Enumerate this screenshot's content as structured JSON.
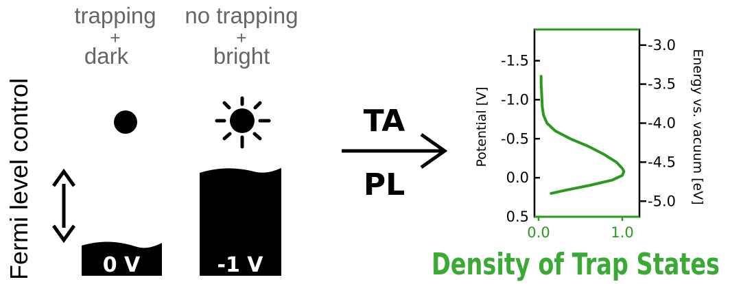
{
  "side_label": "Fermi level control",
  "conditions": [
    {
      "line1": "trapping",
      "line2": "+",
      "line3": "dark",
      "voltage": "0 V",
      "level_icon": "small-dark-circle"
    },
    {
      "line1": "no trapping",
      "line2": "+",
      "line3": "bright",
      "voltage": "-1 V",
      "level_icon": "sun-icon"
    }
  ],
  "arrow_labels": {
    "top": "TA",
    "bottom": "PL"
  },
  "colors": {
    "curve": "#2a9a1e",
    "title": "#3aaa35",
    "ink": "#000000",
    "gray_text": "#666666"
  },
  "chart_data": {
    "type": "line",
    "title": "Density of Trap States",
    "ylabel_left": "Potential [V]",
    "ylabel_right": "Energy vs. vacuum [eV]",
    "xlim": [
      0.0,
      1.0
    ],
    "ylim_left": [
      0.5,
      -1.9
    ],
    "ylim_right": [
      -5.2,
      -2.8
    ],
    "x_ticks": [
      "0.0",
      "1.0"
    ],
    "x_tick_values": [
      0.0,
      1.0
    ],
    "left_ticks": [
      "-1.5",
      "-1.0",
      "-0.5",
      "0.0",
      "0.5"
    ],
    "left_tick_values": [
      -1.5,
      -1.0,
      -0.5,
      0.0,
      0.5
    ],
    "right_ticks": [
      "-3.0",
      "-3.5",
      "-4.0",
      "-4.5",
      "-5.0"
    ],
    "right_tick_values": [
      -3.0,
      -3.5,
      -4.0,
      -4.5,
      -5.0
    ],
    "series": [
      {
        "points": [
          {
            "x": 0.03,
            "y": -1.3
          },
          {
            "x": 0.03,
            "y": -1.2
          },
          {
            "x": 0.035,
            "y": -1.1
          },
          {
            "x": 0.04,
            "y": -1.0
          },
          {
            "x": 0.045,
            "y": -0.9
          },
          {
            "x": 0.06,
            "y": -0.8
          },
          {
            "x": 0.1,
            "y": -0.7
          },
          {
            "x": 0.2,
            "y": -0.6
          },
          {
            "x": 0.38,
            "y": -0.5
          },
          {
            "x": 0.6,
            "y": -0.4
          },
          {
            "x": 0.78,
            "y": -0.3
          },
          {
            "x": 0.93,
            "y": -0.2
          },
          {
            "x": 1.0,
            "y": -0.12
          },
          {
            "x": 1.02,
            "y": -0.08
          },
          {
            "x": 1.0,
            "y": -0.03
          },
          {
            "x": 0.88,
            "y": 0.03
          },
          {
            "x": 0.6,
            "y": 0.1
          },
          {
            "x": 0.32,
            "y": 0.16
          },
          {
            "x": 0.15,
            "y": 0.2
          }
        ]
      }
    ]
  }
}
